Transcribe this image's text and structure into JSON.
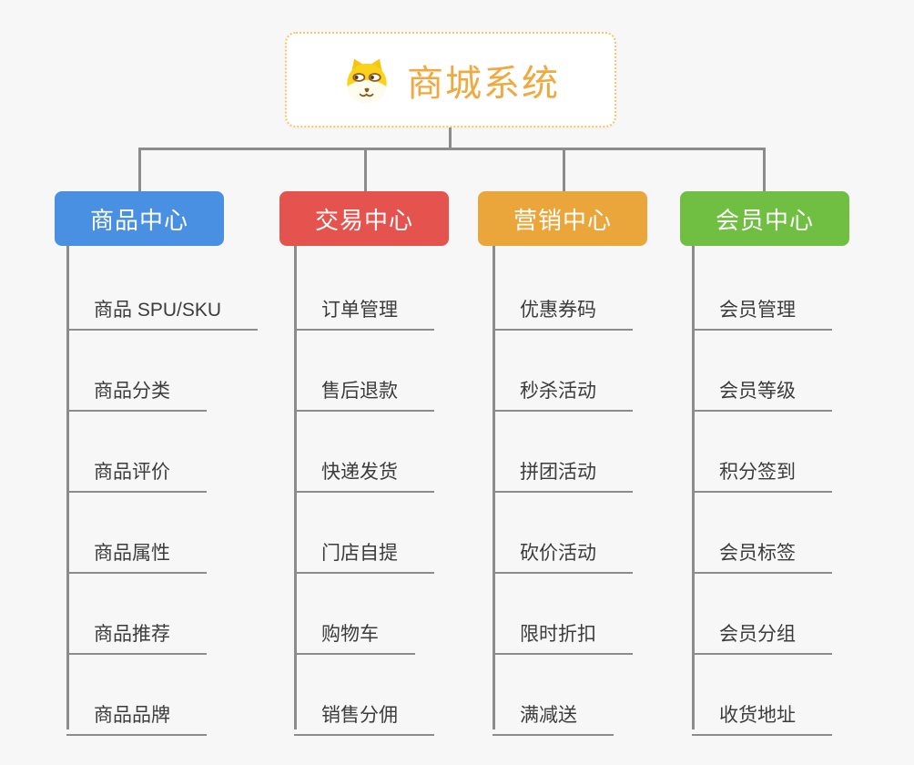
{
  "root": {
    "title": "商城系统",
    "icon": "shiba-dog-icon"
  },
  "theme": {
    "background": "#f7f7f7",
    "root_border": "#f6c469",
    "root_title_color": "#f0a93f",
    "connector_color": "#8c8c8c",
    "item_text_color": "#3c3c3c",
    "item_underline_color": "#8c8c8c"
  },
  "branches": [
    {
      "label": "商品中心",
      "color": "#4a90e2",
      "items": [
        "商品 SPU/SKU",
        "商品分类",
        "商品评价",
        "商品属性",
        "商品推荐",
        "商品品牌"
      ]
    },
    {
      "label": "交易中心",
      "color": "#e5534f",
      "items": [
        "订单管理",
        "售后退款",
        "快递发货",
        "门店自提",
        "购物车",
        "销售分佣"
      ]
    },
    {
      "label": "营销中心",
      "color": "#eaa63a",
      "items": [
        "优惠券码",
        "秒杀活动",
        "拼团活动",
        "砍价活动",
        "限时折扣",
        "满减送"
      ]
    },
    {
      "label": "会员中心",
      "color": "#70bf43",
      "items": [
        "会员管理",
        "会员等级",
        "积分签到",
        "会员标签",
        "会员分组",
        "收货地址"
      ]
    }
  ]
}
